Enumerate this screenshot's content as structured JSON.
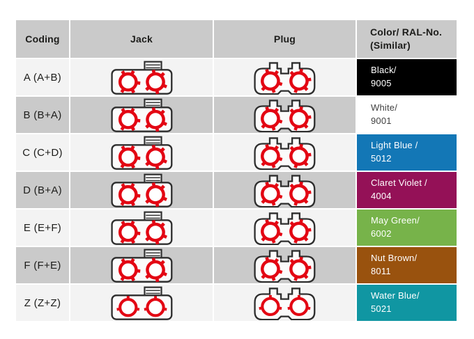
{
  "theme": {
    "page_bg": "#ffffff",
    "header_bg": "#cacaca",
    "row_light": "#f3f3f3",
    "row_dark": "#cacaca",
    "outline_color": "#2e2e2e",
    "connector_red": "#e30613",
    "text_color": "#1d1d1b"
  },
  "icons": {
    "jack": "jack-connector-diagram",
    "plug": "plug-connector-diagram"
  },
  "table": {
    "header": {
      "coding": "Coding",
      "jack": "Jack",
      "plug": "Plug",
      "color": "Color/ RAL-No.\n(Similar)"
    },
    "rows": [
      {
        "coding": "A (A+B)",
        "color_name": "Black/",
        "ral": "9005",
        "swatch": "#000000",
        "text_color": "#ffffff",
        "row_bg": "#f3f3f3"
      },
      {
        "coding": "B (B+A)",
        "color_name": "White/",
        "ral": "9001",
        "swatch": "#ffffff",
        "text_color": "#3f3f3f",
        "row_bg": "#cacaca"
      },
      {
        "coding": "C (C+D)",
        "color_name": "Light Blue /",
        "ral": "5012",
        "swatch": "#1377b6",
        "text_color": "#ffffff",
        "row_bg": "#f3f3f3"
      },
      {
        "coding": "D (B+A)",
        "color_name": "Claret Violet /",
        "ral": "4004",
        "swatch": "#941157",
        "text_color": "#ffffff",
        "row_bg": "#cacaca"
      },
      {
        "coding": "E (E+F)",
        "color_name": "May Green/",
        "ral": "6002",
        "swatch": "#77b34a",
        "text_color": "#ffffff",
        "row_bg": "#f3f3f3"
      },
      {
        "coding": "F (F+E)",
        "color_name": "Nut Brown/",
        "ral": "8011",
        "swatch": "#99520e",
        "text_color": "#ffffff",
        "row_bg": "#cacaca"
      },
      {
        "coding": "Z (Z+Z)",
        "color_name": "Water Blue/",
        "ral": "5021",
        "swatch": "#1096a2",
        "text_color": "#ffffff",
        "row_bg": "#f3f3f3"
      }
    ]
  }
}
